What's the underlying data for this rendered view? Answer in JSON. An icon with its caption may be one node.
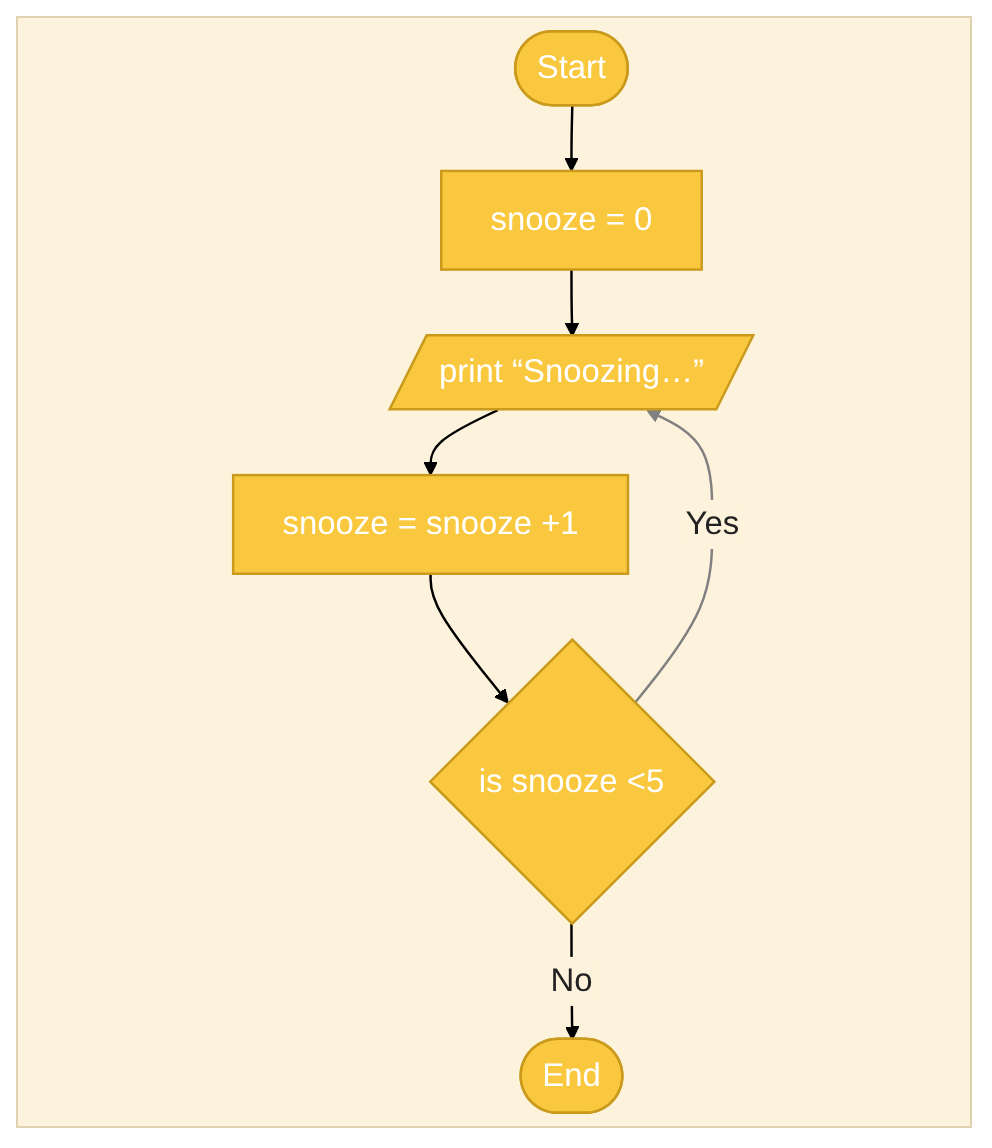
{
  "diagram": {
    "nodes": [
      {
        "text": [
          "Start"
        ]
      },
      {
        "text": [
          "snooze = 0"
        ]
      },
      {
        "text": [
          "print “Snoozing…”"
        ]
      },
      {
        "text": [
          "snooze = snooze +1"
        ]
      },
      {
        "text": [
          "is snooze <5"
        ]
      },
      {
        "text": [
          "End"
        ]
      }
    ],
    "edges": [
      {
        "from": 0,
        "to": 1,
        "arrow": "to"
      },
      {
        "from": 1,
        "to": 2,
        "arrow": "to"
      },
      {
        "from": 2,
        "to": 3,
        "arrow": "to"
      },
      {
        "from": 3,
        "to": 4,
        "arrow": "to"
      },
      {
        "from": 4,
        "to": 2,
        "arrow": "to",
        "label": "Yes",
        "color": "#808080"
      },
      {
        "from": 4,
        "to": 5,
        "arrow": "to",
        "label": "No"
      }
    ]
  }
}
